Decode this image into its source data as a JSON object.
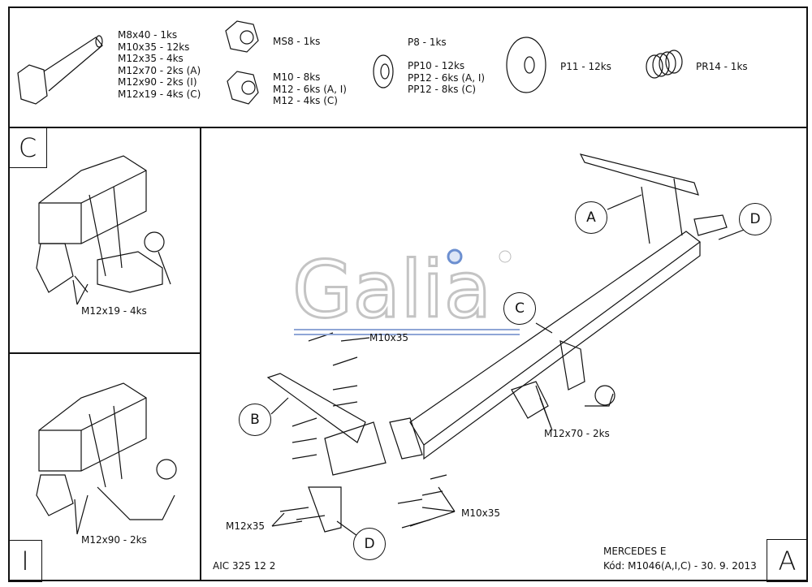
{
  "parts": {
    "bolts": [
      "M8x40 - 1ks",
      "M10x35 - 12ks",
      "M12x35 - 4ks",
      "M12x70 - 2ks (A)",
      "M12x90 - 2ks (I)",
      "M12x19 - 4ks (C)"
    ],
    "lock_nut": "MS8 - 1ks",
    "nuts": [
      "M10 - 8ks",
      "M12 - 6ks (A, I)",
      "M12 - 4ks (C)"
    ],
    "washer_small_top": "P8 - 1ks",
    "washers_small": [
      "PP10 - 12ks",
      "PP12 - 6ks (A, I)",
      "PP12 - 8ks (C)"
    ],
    "washer_large": "P11 - 12ks",
    "spring_washer": "PR14 - 1ks"
  },
  "variants": {
    "c": {
      "letter": "C",
      "callout": "M12x19 - 4ks"
    },
    "i": {
      "letter": "I",
      "callout": "M12x90 - 2ks"
    },
    "a": {
      "letter": "A"
    }
  },
  "main": {
    "callouts": {
      "a": "A",
      "b": "B",
      "c": "C",
      "d_top": "D",
      "d_bottom": "D"
    },
    "labels": {
      "m10x35_top": "M10x35",
      "m12x70": "M12x70 - 2ks",
      "m10x35_bottom": "M10x35",
      "m12x35": "M12x35"
    },
    "logo": "Galia"
  },
  "footer": {
    "code_left": "AIC 325 12 2",
    "vehicle": "MERCEDES E",
    "kod": "Kód: M1046(A,I,C) - 30. 9. 2013"
  }
}
